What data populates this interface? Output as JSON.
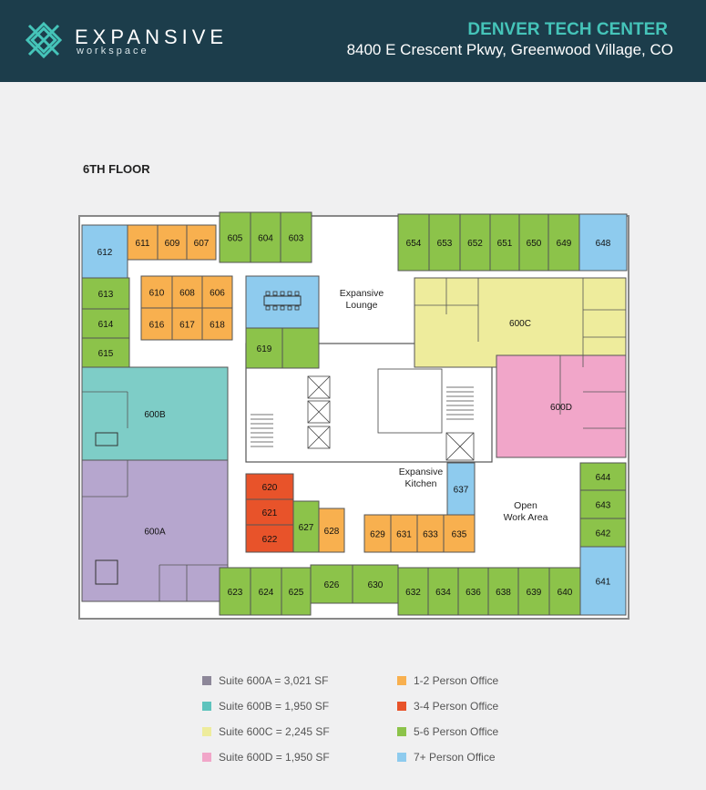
{
  "header": {
    "brand": "EXPANSIVE",
    "brand_sub": "workspace",
    "location_title": "DENVER TECH CENTER",
    "address": "8400 E Crescent Pkwy, Greenwood Village, CO"
  },
  "floor_label": "6TH FLOOR",
  "colors": {
    "header_bg": "#1c3d4b",
    "accent": "#45c4b9",
    "suite_600a": "#b6a6ce",
    "suite_600b": "#7ecdc7",
    "suite_600c": "#eeec9c",
    "suite_600d": "#f1a6c9",
    "office_1_2": "#f8b04f",
    "office_3_4": "#e8532a",
    "office_5_6": "#8cc34a",
    "office_7_plus": "#8ecbee"
  },
  "areas": {
    "lounge": "Expansive\nLounge",
    "kitchen": "Expansive\nKitchen",
    "open_work": "Open\nWork Area"
  },
  "rooms": [
    {
      "id": "612",
      "type": "office_7_plus"
    },
    {
      "id": "611",
      "type": "office_1_2"
    },
    {
      "id": "609",
      "type": "office_1_2"
    },
    {
      "id": "607",
      "type": "office_1_2"
    },
    {
      "id": "605",
      "type": "office_5_6"
    },
    {
      "id": "604",
      "type": "office_5_6"
    },
    {
      "id": "603",
      "type": "office_5_6"
    },
    {
      "id": "654",
      "type": "office_5_6"
    },
    {
      "id": "653",
      "type": "office_5_6"
    },
    {
      "id": "652",
      "type": "office_5_6"
    },
    {
      "id": "651",
      "type": "office_5_6"
    },
    {
      "id": "650",
      "type": "office_5_6"
    },
    {
      "id": "649",
      "type": "office_5_6"
    },
    {
      "id": "648",
      "type": "office_7_plus"
    },
    {
      "id": "613",
      "type": "office_5_6"
    },
    {
      "id": "614",
      "type": "office_5_6"
    },
    {
      "id": "615",
      "type": "office_5_6"
    },
    {
      "id": "610",
      "type": "office_1_2"
    },
    {
      "id": "608",
      "type": "office_1_2"
    },
    {
      "id": "606",
      "type": "office_1_2"
    },
    {
      "id": "616",
      "type": "office_1_2"
    },
    {
      "id": "617",
      "type": "office_1_2"
    },
    {
      "id": "618",
      "type": "office_1_2"
    },
    {
      "id": "619",
      "type": "office_5_6"
    },
    {
      "id": "600C",
      "type": "suite_600c"
    },
    {
      "id": "600B",
      "type": "suite_600b"
    },
    {
      "id": "600D",
      "type": "suite_600d"
    },
    {
      "id": "600A",
      "type": "suite_600a"
    },
    {
      "id": "620",
      "type": "office_3_4"
    },
    {
      "id": "621",
      "type": "office_3_4"
    },
    {
      "id": "622",
      "type": "office_3_4"
    },
    {
      "id": "627",
      "type": "office_5_6"
    },
    {
      "id": "628",
      "type": "office_1_2"
    },
    {
      "id": "629",
      "type": "office_1_2"
    },
    {
      "id": "631",
      "type": "office_1_2"
    },
    {
      "id": "633",
      "type": "office_1_2"
    },
    {
      "id": "635",
      "type": "office_1_2"
    },
    {
      "id": "637",
      "type": "office_7_plus"
    },
    {
      "id": "644",
      "type": "office_5_6"
    },
    {
      "id": "643",
      "type": "office_5_6"
    },
    {
      "id": "642",
      "type": "office_5_6"
    },
    {
      "id": "641",
      "type": "office_7_plus"
    },
    {
      "id": "623",
      "type": "office_5_6"
    },
    {
      "id": "624",
      "type": "office_5_6"
    },
    {
      "id": "625",
      "type": "office_5_6"
    },
    {
      "id": "626",
      "type": "office_5_6"
    },
    {
      "id": "630",
      "type": "office_5_6"
    },
    {
      "id": "632",
      "type": "office_5_6"
    },
    {
      "id": "634",
      "type": "office_5_6"
    },
    {
      "id": "636",
      "type": "office_5_6"
    },
    {
      "id": "638",
      "type": "office_5_6"
    },
    {
      "id": "639",
      "type": "office_5_6"
    },
    {
      "id": "640",
      "type": "office_5_6"
    }
  ],
  "legend": {
    "suites": [
      {
        "label": "Suite 600A = 3,021 SF",
        "color": "#8d8799"
      },
      {
        "label": "Suite 600B = 1,950 SF",
        "color": "#5ec3bd"
      },
      {
        "label": "Suite 600C = 2,245 SF",
        "color": "#eeec9c"
      },
      {
        "label": "Suite 600D = 1,950 SF",
        "color": "#f1a6c9"
      }
    ],
    "offices": [
      {
        "label": "1-2 Person Office",
        "color": "#f8b04f"
      },
      {
        "label": "3-4 Person Office",
        "color": "#e8532a"
      },
      {
        "label": "5-6 Person Office",
        "color": "#8cc34a"
      },
      {
        "label": "7+ Person Office",
        "color": "#8ecbee"
      }
    ]
  }
}
